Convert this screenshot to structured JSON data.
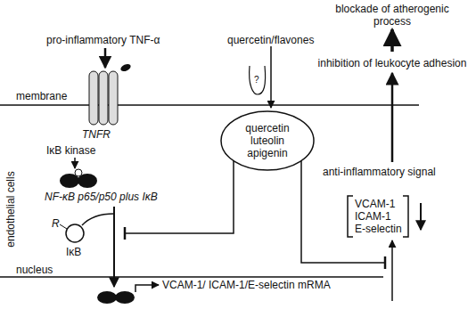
{
  "diagram": {
    "nodes": [
      {
        "text": [
          "quercetin luteolin apigenin"
        ]
      }
    ],
    "edges": [],
    "labels": [
      "blockade of atherogenic process",
      "pro-inflammatory TNF-α",
      "quercetin/flavones",
      "membrane",
      "TNFR",
      "?",
      "IκB kinase",
      "NF-κB p65/p50 plus IκB",
      "inhibition of leukocyte adhesion",
      "endothelial cells",
      "R",
      "IκB",
      "anti-inflammatory signal",
      "VCAM-1",
      "ICAM-1",
      "E-selectin",
      "nucleus",
      "VCAM-1/ ICAM-1/E-selectin mRMA"
    ]
  }
}
